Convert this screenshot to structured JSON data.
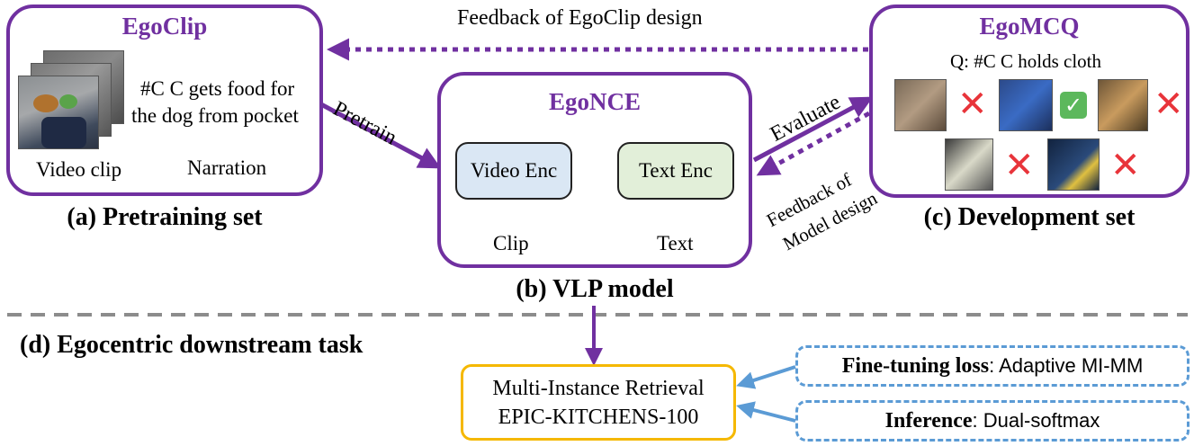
{
  "pretrain_panel": {
    "title": "EgoClip",
    "narration_line1": "#C C gets food for",
    "narration_line2": "the dog from pocket",
    "video_label": "Video clip",
    "narration_label": "Narration",
    "caption": "(a) Pretraining set"
  },
  "vlp_panel": {
    "title": "EgoNCE",
    "video_encoder": "Video Enc",
    "text_encoder": "Text Enc",
    "clip_input": "Clip",
    "text_input": "Text",
    "caption": "(b) VLP model"
  },
  "dev_panel": {
    "title": "EgoMCQ",
    "question": "Q: #C C holds cloth",
    "caption": "(c) Development set"
  },
  "arrows": {
    "feedback_design": "Feedback of EgoClip design",
    "pretrain": "Pretrain",
    "evaluate": "Evaluate",
    "feedback_model_line1": "Feedback of",
    "feedback_model_line2": "Model design"
  },
  "downstream": {
    "caption": "(d) Egocentric downstream task",
    "task_line1": "Multi-Instance Retrieval",
    "task_line2": "EPIC-KITCHENS-100",
    "loss_label": "Fine-tuning loss",
    "loss_value": ": Adaptive MI-MM",
    "inference_label": "Inference",
    "inference_value": ": Dual-softmax"
  },
  "colors": {
    "purple": "#7030a0",
    "blue": "#5b9bd5",
    "gold": "#f5b800",
    "wrong": "#e8343a",
    "right": "#5cb85c"
  },
  "icons": [
    "cross-icon",
    "check-icon",
    "up-arrow-icon"
  ]
}
